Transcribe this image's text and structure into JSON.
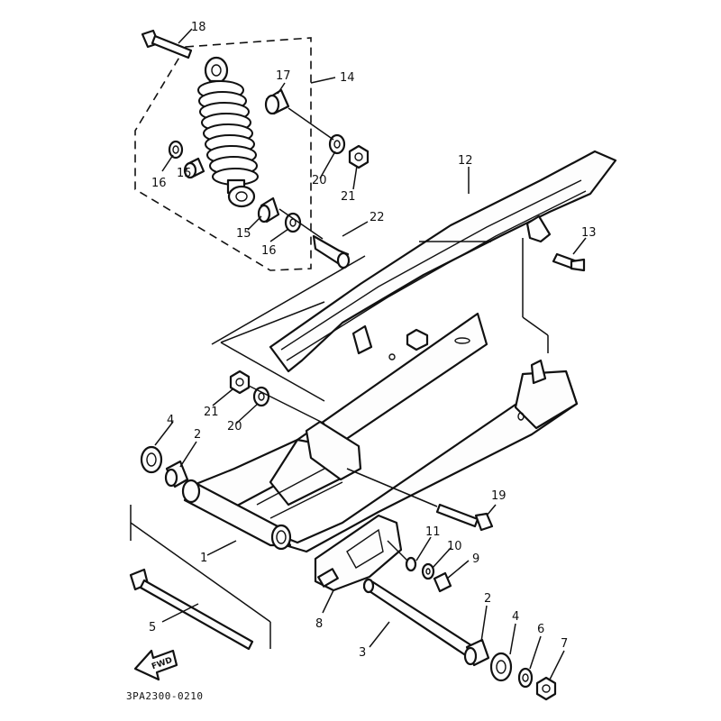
{
  "callouts": {
    "c1": "1",
    "c2a": "2",
    "c2b": "2",
    "c3": "3",
    "c4a": "4",
    "c4b": "4",
    "c5": "5",
    "c6": "6",
    "c7": "7",
    "c8": "8",
    "c9": "9",
    "c10": "10",
    "c11": "11",
    "c12": "12",
    "c13": "13",
    "c14": "14",
    "c15a": "15",
    "c15b": "15",
    "c16a": "16",
    "c16b": "16",
    "c17": "17",
    "c18": "18",
    "c19": "19",
    "c20a": "20",
    "c20b": "20",
    "c21a": "21",
    "c21b": "21",
    "c22": "22"
  },
  "fwd_label": "FWD",
  "drawing_code": "3PA2300-0210"
}
